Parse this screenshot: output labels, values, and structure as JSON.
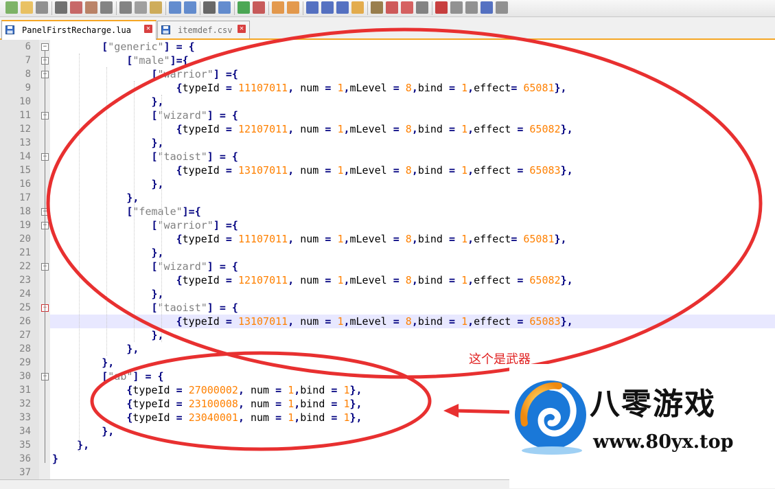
{
  "tabs": [
    {
      "label": "PanelFirstRecharge.lua",
      "active": true,
      "close": "✕"
    },
    {
      "label": "itemdef.csv",
      "active": false,
      "close": "✕"
    }
  ],
  "toolbar_icons": [
    "new-file-icon",
    "open-file-icon",
    "save-icon",
    "save-all-icon",
    "close-icon",
    "close-all-icon",
    "print-icon",
    "cut-icon",
    "copy-icon",
    "paste-icon",
    "undo-icon",
    "redo-icon",
    "find-icon",
    "replace-icon",
    "zoom-in-icon",
    "zoom-out-icon",
    "sync-vertical-icon",
    "sync-horizontal-icon",
    "word-wrap-icon",
    "show-all-chars-icon",
    "indent-guide-icon",
    "user-language-icon",
    "doc-map-icon",
    "function-list-icon",
    "folder-workspace-icon",
    "monitor-icon",
    "record-macro-icon",
    "stop-record-icon",
    "play-macro-icon",
    "run-macro-multiple-icon",
    "save-macro-icon"
  ],
  "lines": [
    {
      "n": "6",
      "segs": [
        [
          "idt",
          "        "
        ],
        [
          "op",
          "["
        ],
        [
          "str",
          "\"generic\""
        ],
        [
          "op",
          "] = {"
        ]
      ]
    },
    {
      "n": "7",
      "segs": [
        [
          "idt",
          "            "
        ],
        [
          "op",
          "["
        ],
        [
          "str",
          "\"male\""
        ],
        [
          "op",
          "]={"
        ]
      ]
    },
    {
      "n": "8",
      "segs": [
        [
          "idt",
          "                "
        ],
        [
          "op",
          "["
        ],
        [
          "str",
          "\"warrior\""
        ],
        [
          "op",
          "] ={"
        ]
      ]
    },
    {
      "n": "9",
      "segs": [
        [
          "idt",
          "                    "
        ],
        [
          "op",
          "{"
        ],
        [
          "idt",
          "typeId "
        ],
        [
          "op",
          "= "
        ],
        [
          "num",
          "11107011"
        ],
        [
          "op",
          ", "
        ],
        [
          "idt",
          "num "
        ],
        [
          "op",
          "= "
        ],
        [
          "num",
          "1"
        ],
        [
          "op",
          ","
        ],
        [
          "idt",
          "mLevel "
        ],
        [
          "op",
          "= "
        ],
        [
          "num",
          "8"
        ],
        [
          "op",
          ","
        ],
        [
          "idt",
          "bind "
        ],
        [
          "op",
          "= "
        ],
        [
          "num",
          "1"
        ],
        [
          "op",
          ","
        ],
        [
          "idt",
          "effect"
        ],
        [
          "op",
          "= "
        ],
        [
          "num",
          "65081"
        ],
        [
          "op",
          "},"
        ]
      ]
    },
    {
      "n": "10",
      "segs": [
        [
          "idt",
          "                "
        ],
        [
          "op",
          "},"
        ]
      ]
    },
    {
      "n": "11",
      "segs": [
        [
          "idt",
          "                "
        ],
        [
          "op",
          "["
        ],
        [
          "str",
          "\"wizard\""
        ],
        [
          "op",
          "] = {"
        ]
      ]
    },
    {
      "n": "12",
      "segs": [
        [
          "idt",
          "                    "
        ],
        [
          "op",
          "{"
        ],
        [
          "idt",
          "typeId "
        ],
        [
          "op",
          "= "
        ],
        [
          "num",
          "12107011"
        ],
        [
          "op",
          ", "
        ],
        [
          "idt",
          "num "
        ],
        [
          "op",
          "= "
        ],
        [
          "num",
          "1"
        ],
        [
          "op",
          ","
        ],
        [
          "idt",
          "mLevel "
        ],
        [
          "op",
          "= "
        ],
        [
          "num",
          "8"
        ],
        [
          "op",
          ","
        ],
        [
          "idt",
          "bind "
        ],
        [
          "op",
          "= "
        ],
        [
          "num",
          "1"
        ],
        [
          "op",
          ","
        ],
        [
          "idt",
          "effect "
        ],
        [
          "op",
          "= "
        ],
        [
          "num",
          "65082"
        ],
        [
          "op",
          "},"
        ]
      ]
    },
    {
      "n": "13",
      "segs": [
        [
          "idt",
          "                "
        ],
        [
          "op",
          "},"
        ]
      ]
    },
    {
      "n": "14",
      "segs": [
        [
          "idt",
          "                "
        ],
        [
          "op",
          "["
        ],
        [
          "str",
          "\"taoist\""
        ],
        [
          "op",
          "] = {"
        ]
      ]
    },
    {
      "n": "15",
      "segs": [
        [
          "idt",
          "                    "
        ],
        [
          "op",
          "{"
        ],
        [
          "idt",
          "typeId "
        ],
        [
          "op",
          "= "
        ],
        [
          "num",
          "13107011"
        ],
        [
          "op",
          ", "
        ],
        [
          "idt",
          "num "
        ],
        [
          "op",
          "= "
        ],
        [
          "num",
          "1"
        ],
        [
          "op",
          ","
        ],
        [
          "idt",
          "mLevel "
        ],
        [
          "op",
          "= "
        ],
        [
          "num",
          "8"
        ],
        [
          "op",
          ","
        ],
        [
          "idt",
          "bind "
        ],
        [
          "op",
          "= "
        ],
        [
          "num",
          "1"
        ],
        [
          "op",
          ","
        ],
        [
          "idt",
          "effect "
        ],
        [
          "op",
          "= "
        ],
        [
          "num",
          "65083"
        ],
        [
          "op",
          "},"
        ]
      ]
    },
    {
      "n": "16",
      "segs": [
        [
          "idt",
          "                "
        ],
        [
          "op",
          "},"
        ]
      ]
    },
    {
      "n": "17",
      "segs": [
        [
          "idt",
          "            "
        ],
        [
          "op",
          "},"
        ]
      ]
    },
    {
      "n": "18",
      "segs": [
        [
          "idt",
          "            "
        ],
        [
          "op",
          "["
        ],
        [
          "str",
          "\"female\""
        ],
        [
          "op",
          "]={"
        ]
      ]
    },
    {
      "n": "19",
      "segs": [
        [
          "idt",
          "                "
        ],
        [
          "op",
          "["
        ],
        [
          "str",
          "\"warrior\""
        ],
        [
          "op",
          "] ={"
        ]
      ]
    },
    {
      "n": "20",
      "segs": [
        [
          "idt",
          "                    "
        ],
        [
          "op",
          "{"
        ],
        [
          "idt",
          "typeId "
        ],
        [
          "op",
          "= "
        ],
        [
          "num",
          "11107011"
        ],
        [
          "op",
          ", "
        ],
        [
          "idt",
          "num "
        ],
        [
          "op",
          "= "
        ],
        [
          "num",
          "1"
        ],
        [
          "op",
          ","
        ],
        [
          "idt",
          "mLevel "
        ],
        [
          "op",
          "= "
        ],
        [
          "num",
          "8"
        ],
        [
          "op",
          ","
        ],
        [
          "idt",
          "bind "
        ],
        [
          "op",
          "= "
        ],
        [
          "num",
          "1"
        ],
        [
          "op",
          ","
        ],
        [
          "idt",
          "effect"
        ],
        [
          "op",
          "= "
        ],
        [
          "num",
          "65081"
        ],
        [
          "op",
          "},"
        ]
      ]
    },
    {
      "n": "21",
      "segs": [
        [
          "idt",
          "                "
        ],
        [
          "op",
          "},"
        ]
      ]
    },
    {
      "n": "22",
      "segs": [
        [
          "idt",
          "                "
        ],
        [
          "op",
          "["
        ],
        [
          "str",
          "\"wizard\""
        ],
        [
          "op",
          "] = {"
        ]
      ]
    },
    {
      "n": "23",
      "segs": [
        [
          "idt",
          "                    "
        ],
        [
          "op",
          "{"
        ],
        [
          "idt",
          "typeId "
        ],
        [
          "op",
          "= "
        ],
        [
          "num",
          "12107011"
        ],
        [
          "op",
          ", "
        ],
        [
          "idt",
          "num "
        ],
        [
          "op",
          "= "
        ],
        [
          "num",
          "1"
        ],
        [
          "op",
          ","
        ],
        [
          "idt",
          "mLevel "
        ],
        [
          "op",
          "= "
        ],
        [
          "num",
          "8"
        ],
        [
          "op",
          ","
        ],
        [
          "idt",
          "bind "
        ],
        [
          "op",
          "= "
        ],
        [
          "num",
          "1"
        ],
        [
          "op",
          ","
        ],
        [
          "idt",
          "effect "
        ],
        [
          "op",
          "= "
        ],
        [
          "num",
          "65082"
        ],
        [
          "op",
          "},"
        ]
      ]
    },
    {
      "n": "24",
      "segs": [
        [
          "idt",
          "                "
        ],
        [
          "op",
          "},"
        ]
      ]
    },
    {
      "n": "25",
      "segs": [
        [
          "idt",
          "                "
        ],
        [
          "op",
          "["
        ],
        [
          "str",
          "\"taoist\""
        ],
        [
          "op",
          "] = {"
        ]
      ]
    },
    {
      "n": "26",
      "segs": [
        [
          "idt",
          "                    "
        ],
        [
          "op",
          "{"
        ],
        [
          "idt",
          "typeId "
        ],
        [
          "op",
          "= "
        ],
        [
          "num",
          "13107011"
        ],
        [
          "op",
          ", "
        ],
        [
          "idt",
          "num "
        ],
        [
          "op",
          "= "
        ],
        [
          "num",
          "1"
        ],
        [
          "op",
          ","
        ],
        [
          "idt",
          "mLevel "
        ],
        [
          "op",
          "= "
        ],
        [
          "num",
          "8"
        ],
        [
          "op",
          ","
        ],
        [
          "idt",
          "bind "
        ],
        [
          "op",
          "= "
        ],
        [
          "num",
          "1"
        ],
        [
          "op",
          ","
        ],
        [
          "idt",
          "effect "
        ],
        [
          "op",
          "= "
        ],
        [
          "num",
          "65083"
        ],
        [
          "op",
          "},"
        ]
      ]
    },
    {
      "n": "27",
      "segs": [
        [
          "idt",
          "                "
        ],
        [
          "op",
          "},"
        ]
      ]
    },
    {
      "n": "28",
      "segs": [
        [
          "idt",
          "            "
        ],
        [
          "op",
          "},"
        ]
      ]
    },
    {
      "n": "29",
      "segs": [
        [
          "idt",
          "        "
        ],
        [
          "op",
          "},"
        ]
      ]
    },
    {
      "n": "30",
      "segs": [
        [
          "idt",
          "        "
        ],
        [
          "op",
          "["
        ],
        [
          "str",
          "\"ab\""
        ],
        [
          "op",
          "] = {"
        ]
      ]
    },
    {
      "n": "31",
      "segs": [
        [
          "idt",
          "            "
        ],
        [
          "op",
          "{"
        ],
        [
          "idt",
          "typeId "
        ],
        [
          "op",
          "= "
        ],
        [
          "num",
          "27000002"
        ],
        [
          "op",
          ", "
        ],
        [
          "idt",
          "num "
        ],
        [
          "op",
          "= "
        ],
        [
          "num",
          "1"
        ],
        [
          "op",
          ","
        ],
        [
          "idt",
          "bind "
        ],
        [
          "op",
          "= "
        ],
        [
          "num",
          "1"
        ],
        [
          "op",
          "},"
        ]
      ]
    },
    {
      "n": "32",
      "segs": [
        [
          "idt",
          "            "
        ],
        [
          "op",
          "{"
        ],
        [
          "idt",
          "typeId "
        ],
        [
          "op",
          "= "
        ],
        [
          "num",
          "23100008"
        ],
        [
          "op",
          ", "
        ],
        [
          "idt",
          "num "
        ],
        [
          "op",
          "= "
        ],
        [
          "num",
          "1"
        ],
        [
          "op",
          ","
        ],
        [
          "idt",
          "bind "
        ],
        [
          "op",
          "= "
        ],
        [
          "num",
          "1"
        ],
        [
          "op",
          "},"
        ]
      ]
    },
    {
      "n": "33",
      "segs": [
        [
          "idt",
          "            "
        ],
        [
          "op",
          "{"
        ],
        [
          "idt",
          "typeId "
        ],
        [
          "op",
          "= "
        ],
        [
          "num",
          "23040001"
        ],
        [
          "op",
          ", "
        ],
        [
          "idt",
          "num "
        ],
        [
          "op",
          "= "
        ],
        [
          "num",
          "1"
        ],
        [
          "op",
          ","
        ],
        [
          "idt",
          "bind "
        ],
        [
          "op",
          "= "
        ],
        [
          "num",
          "1"
        ],
        [
          "op",
          "},"
        ]
      ]
    },
    {
      "n": "34",
      "segs": [
        [
          "idt",
          "        "
        ],
        [
          "op",
          "},"
        ]
      ]
    },
    {
      "n": "35",
      "segs": [
        [
          "idt",
          "    "
        ],
        [
          "op",
          "},"
        ]
      ]
    },
    {
      "n": "36",
      "segs": [
        [
          "op",
          "}"
        ]
      ]
    },
    {
      "n": "37",
      "segs": []
    }
  ],
  "fold_markers": {
    "6": "⊟",
    "7": "⊟",
    "8": "⊟",
    "11": "⊟",
    "14": "⊟",
    "18": "⊟",
    "19": "⊟",
    "22": "⊟",
    "25": "⊟",
    "30": "⊟"
  },
  "current_line": "26",
  "annotation": {
    "text": "这个是武器",
    "color": "#e02020"
  },
  "watermark": {
    "brand": "八零游戏",
    "url": "www.80yx.top"
  },
  "colors": {
    "keyword": "#000080",
    "string": "#808080",
    "number": "#ff8000",
    "tab_accent": "#f5a623"
  }
}
